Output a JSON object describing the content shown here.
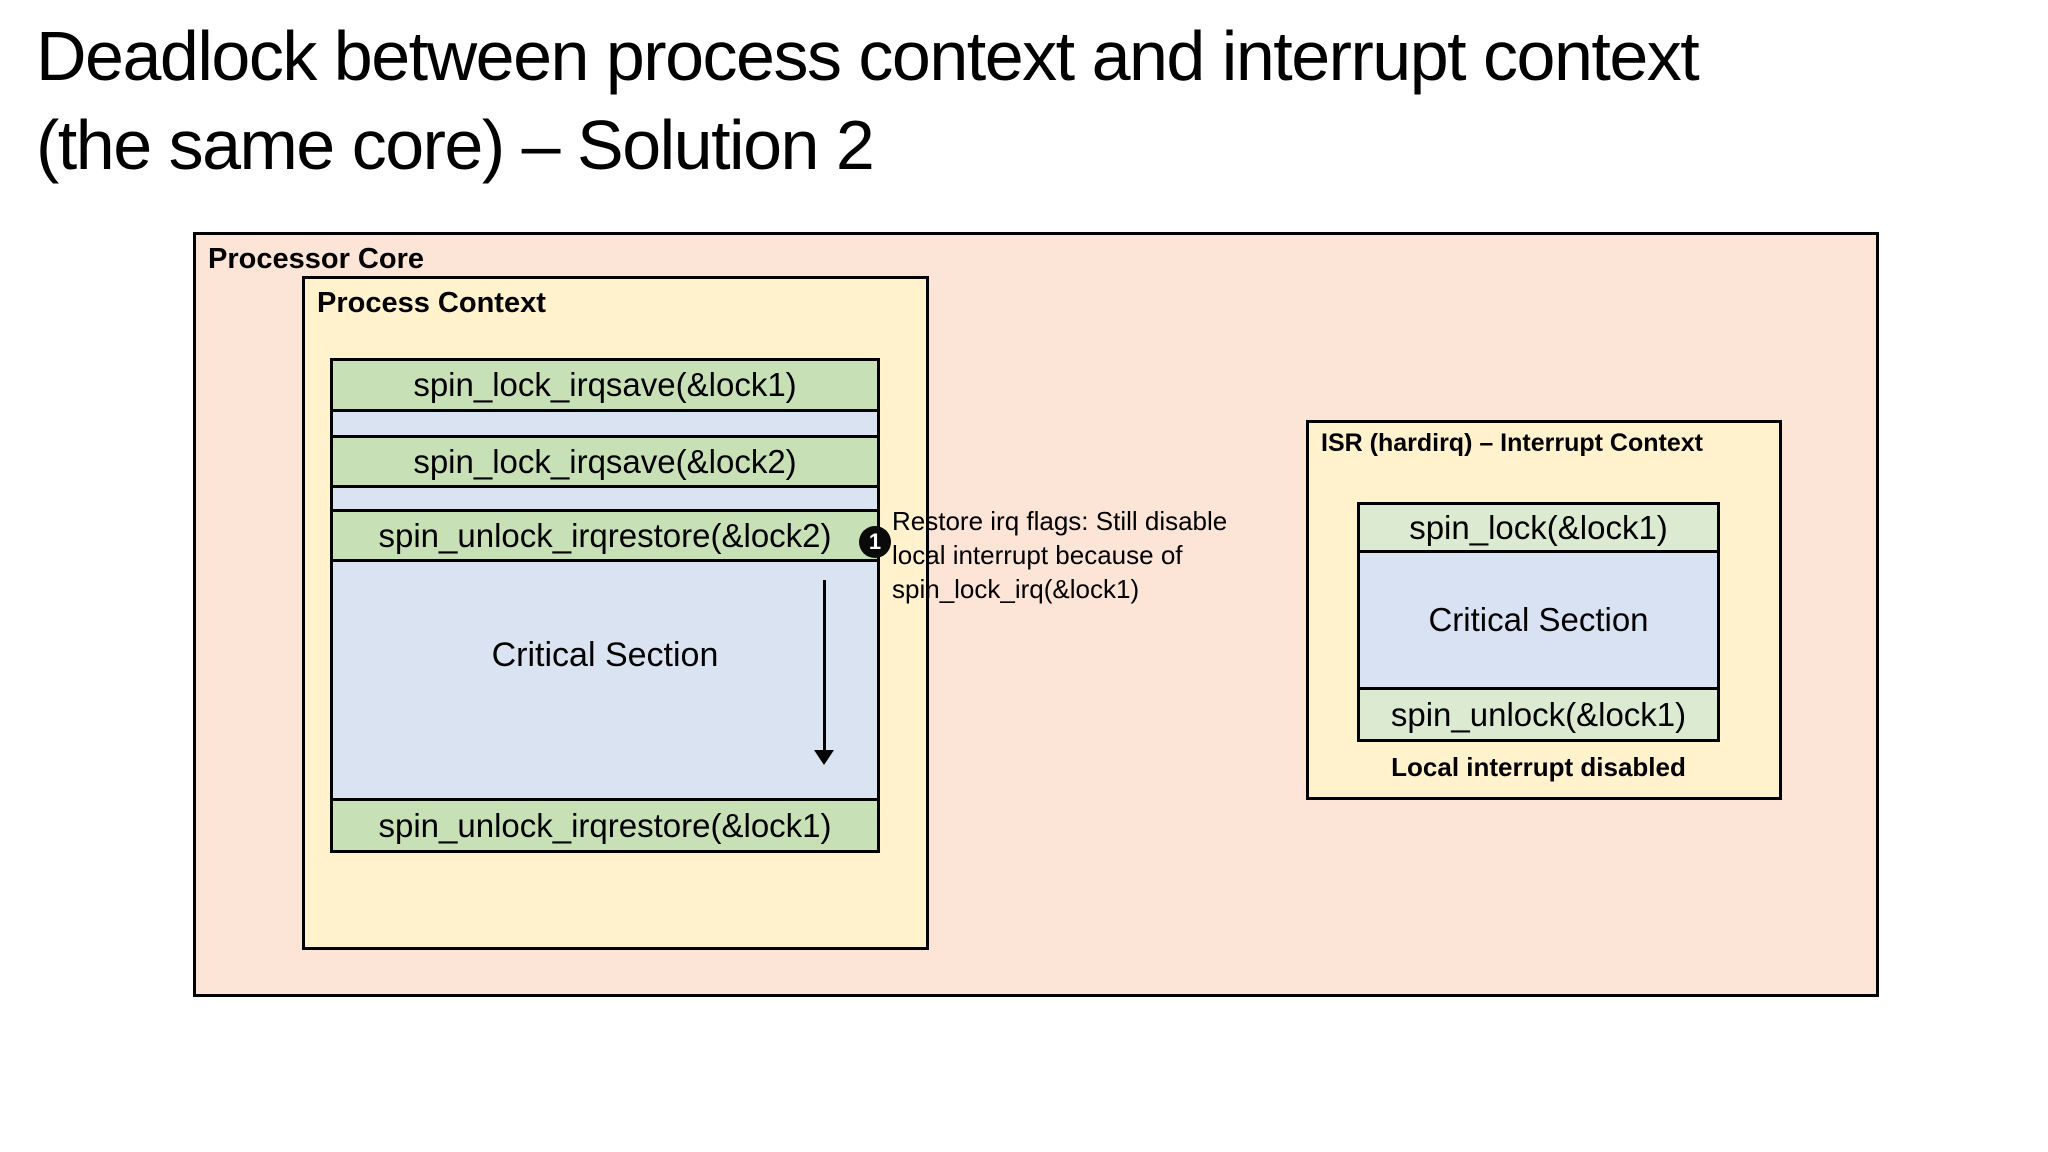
{
  "title": {
    "line1": "Deadlock between process context and interrupt context",
    "line2": "(the same core) – Solution 2"
  },
  "core": {
    "label": "Processor Core",
    "process_context": {
      "label": "Process Context",
      "step1": "spin_lock_irqsave(&lock1)",
      "step2": "spin_lock_irqsave(&lock2)",
      "step3": "spin_unlock_irqrestore(&lock2)",
      "critical": "Critical Section",
      "step4": "spin_unlock_irqrestore(&lock1)"
    },
    "annotation": {
      "badge": "1",
      "text": "Restore irq flags: Still disable\nlocal interrupt because of\nspin_lock_irq(&lock1)"
    },
    "isr": {
      "label": "ISR (hardirq) – Interrupt Context",
      "lock": "spin_lock(&lock1)",
      "critical": "Critical Section",
      "unlock": "spin_unlock(&lock1)",
      "footer": "Local interrupt disabled"
    }
  },
  "colors": {
    "core_bg": "#fce4d6",
    "context_bg": "#fff2cc",
    "process_code_box_bg": "#c8e0b6",
    "isr_code_box_bg": "#dcead2",
    "process_critical_bg": "#dae3f2",
    "isr_critical_bg": "#d9e2f3",
    "border": "#000000",
    "badge_bg": "#0a0a0a",
    "badge_text": "#ffffff"
  }
}
